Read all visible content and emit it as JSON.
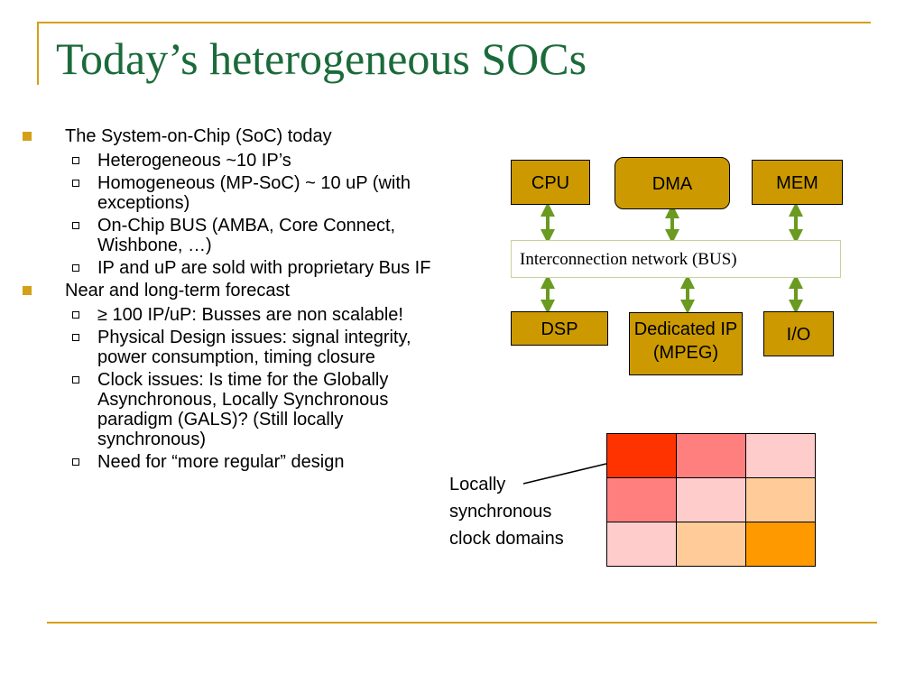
{
  "slide": {
    "title": "Today’s heterogeneous SOCs",
    "bullets": [
      {
        "text": "The System-on-Chip (SoC) today",
        "sub": [
          "Heterogeneous ~10 IP’s",
          "Homogeneous (MP-SoC) ~ 10 uP (with exceptions)",
          "On-Chip BUS (AMBA, Core Connect, Wishbone, …)",
          "IP and uP are sold with proprietary Bus IF"
        ]
      },
      {
        "text": "Near and long-term forecast",
        "sub": [
          "≥ 100 IP/uP: Busses are non scalable!",
          "Physical Design issues: signal integrity, power consumption, timing closure",
          "Clock issues: Is time for the Globally Asynchronous, Locally Synchronous paradigm (GALS)? (Still locally synchronous)",
          "Need for “more regular” design"
        ]
      }
    ]
  },
  "diagram": {
    "top_blocks": [
      "CPU",
      "DMA",
      "MEM"
    ],
    "bus_label": "Interconnection network (BUS)",
    "bottom_blocks": [
      "DSP",
      "Dedicated IP (MPEG)",
      "I/O"
    ],
    "block_color": "#cc9a00",
    "arrow_color": "#6a9a1f"
  },
  "clock_domains": {
    "label": "Locally synchronous clock domains",
    "grid_colors": [
      [
        "#ff3300",
        "#ff7f7f",
        "#ffcccc"
      ],
      [
        "#ff7f7f",
        "#ffcccc",
        "#ffcc99"
      ],
      [
        "#ffcccc",
        "#ffcc99",
        "#ff9900"
      ]
    ]
  },
  "theme": {
    "title_color": "#1b6b3a",
    "rule_color": "#d4a017"
  }
}
